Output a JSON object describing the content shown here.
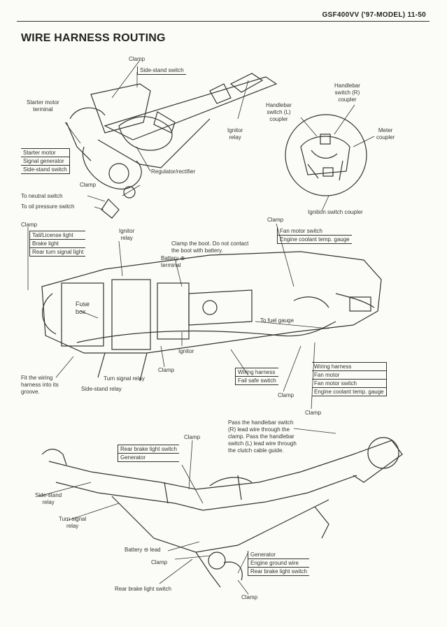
{
  "header": "GSF400VV ('97-MODEL) 11-50",
  "title": "WIRE HARNESS ROUTING",
  "fig1": {
    "clamp_top": "Clamp",
    "side_stand_switch": "Side-stand switch",
    "starter_motor_terminal": "Starter motor\nterminal",
    "handlebar_switch_r": "Handlebar\nswitch (R)\ncoupler",
    "handlebar_switch_l": "Handlebar\nswitch (L)\ncoupler",
    "ignitor_relay": "Ignitor\nrelay",
    "meter_coupler": "Meter\ncoupler",
    "left_box": [
      "Starter motor",
      "Signal generator",
      "Side-stand switch"
    ],
    "regulator": "Regulator/rectifier",
    "clamp_mid": "Clamp",
    "to_neutral": "To neutral switch",
    "to_oil": "To oil pressure switch",
    "ignition_coupler": "Ignition switch coupler"
  },
  "fig2": {
    "clamp_left": "Clamp",
    "left_box": [
      "Tail/License light",
      "Brake light",
      "Rear turn signal light"
    ],
    "ignitor_relay": "Ignitor\nrelay",
    "clamp_boot": "Clamp the boot. Do not contact\nthe boot with battery.",
    "battery_terminal": "Battery ⊕\nterminal",
    "clamp_right": "Clamp",
    "right_top_box": [
      "Fan motor switch",
      "Engine coolant temp. gauge"
    ],
    "fuse_box": "Fuse\nbox",
    "to_fuel_gauge": "To fuel gauge",
    "ignitor": "Ignitor",
    "clamp_bottom": "Clamp",
    "fit_wiring": "Fit the wiring\nharness into its\ngroove.",
    "turn_signal_relay": "Turn signal relay",
    "side_stand_relay": "Side-stand relay",
    "center_box": [
      "Wiring harness",
      "Fail safe switch"
    ],
    "clamp_center": "Clamp",
    "right_bottom_box": [
      "Wiring harness",
      "Fan motor",
      "Fan motor switch",
      "Engine coolant temp. gauge"
    ],
    "clamp_far": "Clamp"
  },
  "fig3": {
    "clamp_top": "Clamp",
    "pass_note": "Pass the handlebar switch\n(R) lead wire through the\nclamp. Pass the handlebar\nswitch (L) lead wire through\nthe clutch cable guide.",
    "left_box": [
      "Rear brake light switch",
      "Generator"
    ],
    "side_stand_relay": "Side-stand\nrelay",
    "turn_signal_relay": "Turn signal\nrelay",
    "battery_lead": "Battery ⊖ lead",
    "clamp_bottom": "Clamp",
    "right_box": [
      "Generator",
      "Engine ground wire",
      "Rear brake light switch"
    ],
    "rear_brake": "Rear brake light switch",
    "clamp_far": "Clamp"
  }
}
